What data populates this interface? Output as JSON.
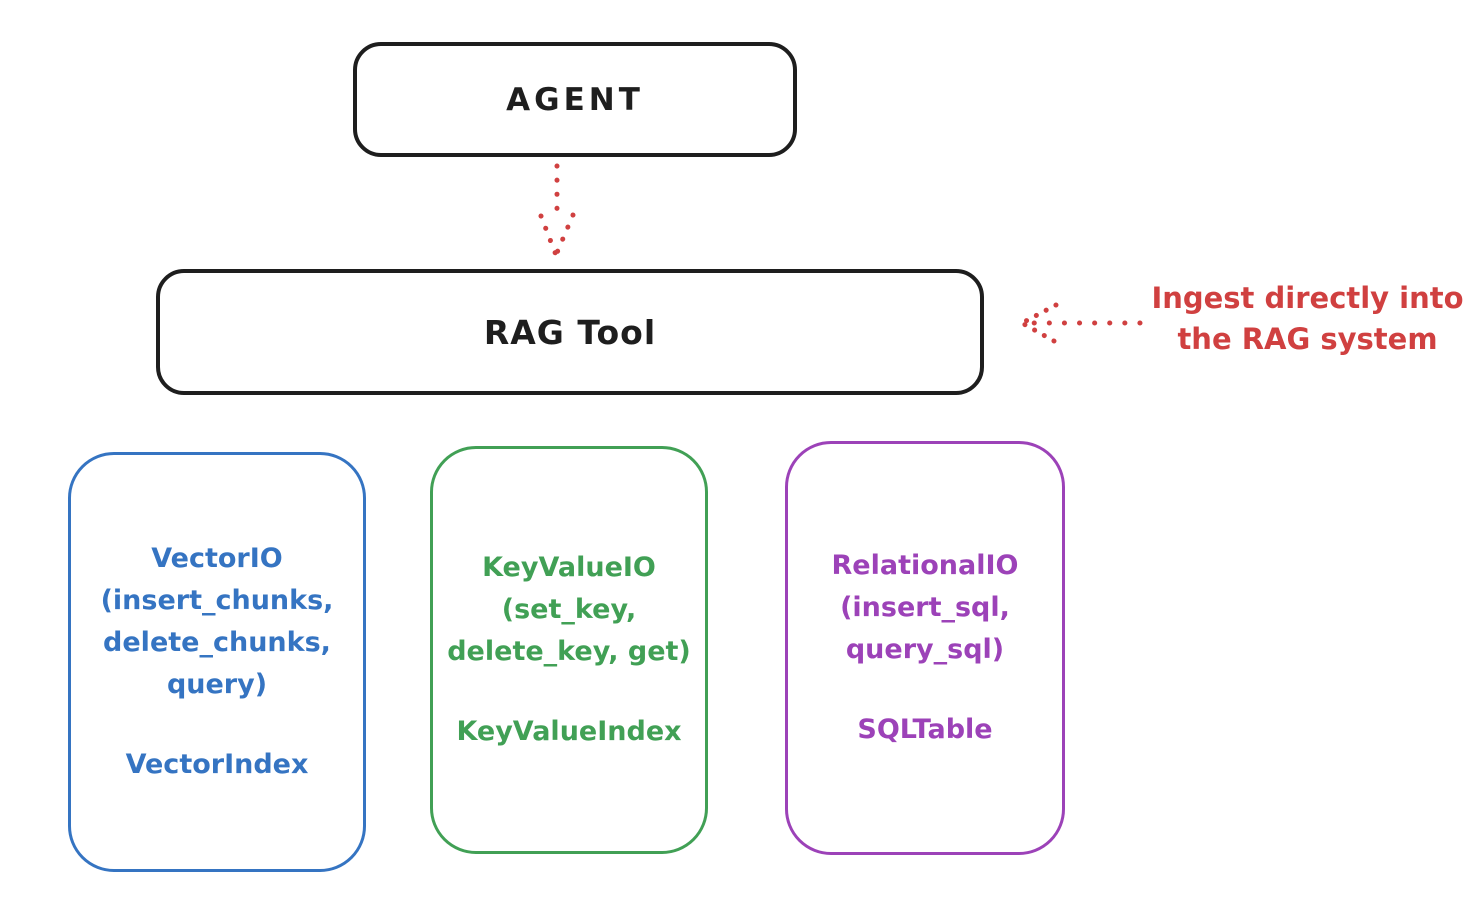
{
  "diagram": {
    "agent": {
      "label": "AGENT"
    },
    "rag_tool": {
      "label": "RAG Tool"
    },
    "annotation": {
      "text": "Ingest directly into\nthe RAG system"
    },
    "io_boxes": [
      {
        "name": "vector-io",
        "color": "#3574c2",
        "methods": "VectorIO\n(insert_chunks,\ndelete_chunks,\nquery)",
        "index": "VectorIndex"
      },
      {
        "name": "keyvalue-io",
        "color": "#41a055",
        "methods": "KeyValueIO\n(set_key,\ndelete_key, get)",
        "index": "KeyValueIndex"
      },
      {
        "name": "relational-io",
        "color": "#9c42b8",
        "methods": "RelationalIO\n(insert_sql,\nquery_sql)",
        "index": "SQLTable"
      }
    ],
    "colors": {
      "box_stroke": "#1e1e1e",
      "accent_red": "#d04040",
      "background": "#ffffff"
    },
    "icons": {
      "agent_to_rag": "dotted-down-arrow",
      "ingest_pointer": "dotted-left-arrow"
    }
  }
}
